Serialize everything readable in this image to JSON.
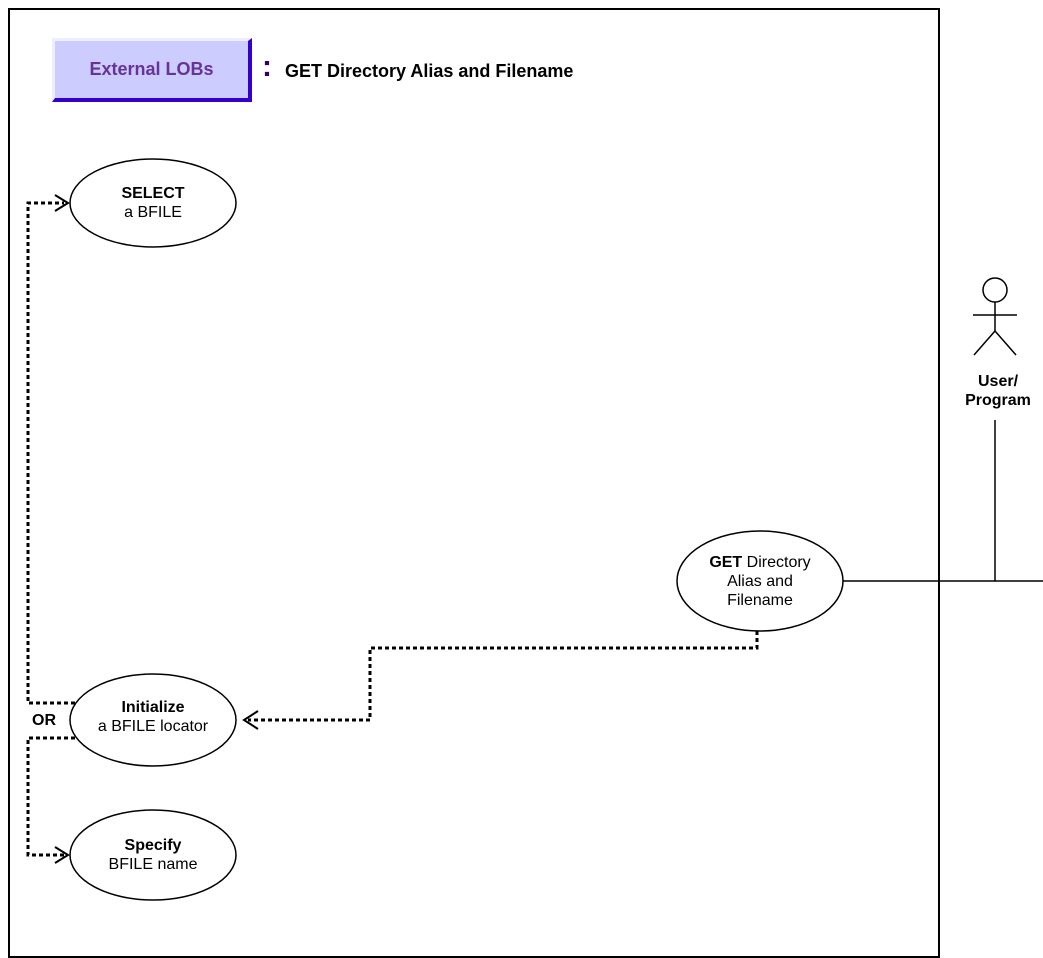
{
  "header": {
    "category": "External LOBs",
    "separator": ":",
    "title": "GET Directory Alias and Filename"
  },
  "use_cases": {
    "select": {
      "keyword": "SELECT",
      "text": "a BFILE"
    },
    "get": {
      "keyword": "GET",
      "text_1": "Directory",
      "text_2": "Alias and",
      "text_3": "Filename"
    },
    "initialize": {
      "keyword": "Initialize",
      "text": "a BFILE locator"
    },
    "specify": {
      "keyword": "Specify",
      "text": "BFILE name"
    }
  },
  "or_label": "OR",
  "actor": {
    "line_1": "User/",
    "line_2": "Program"
  },
  "colors": {
    "category_fill": "#ccccff",
    "category_text": "#663399",
    "category_border": "#3300cc",
    "line": "#000000"
  }
}
